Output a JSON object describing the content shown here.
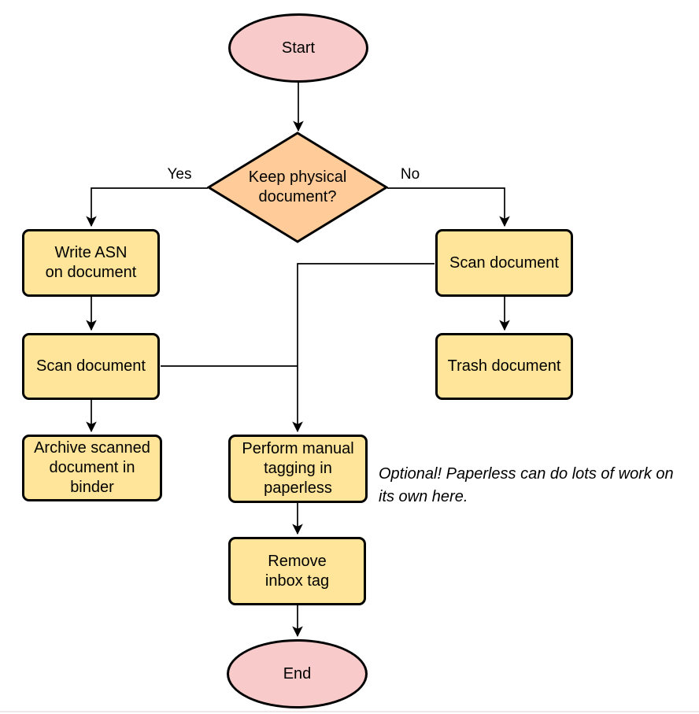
{
  "diagram": {
    "nodes": {
      "start": {
        "type": "terminator",
        "label": "Start"
      },
      "decision": {
        "type": "decision",
        "label": "Keep physical\ndocument?"
      },
      "write_asn": {
        "type": "process",
        "label": "Write ASN\non document"
      },
      "scan_left": {
        "type": "process",
        "label": "Scan document"
      },
      "archive": {
        "type": "process",
        "label": "Archive scanned\ndocument in\nbinder"
      },
      "scan_right": {
        "type": "process",
        "label": "Scan document"
      },
      "trash": {
        "type": "process",
        "label": "Trash document"
      },
      "tagging": {
        "type": "process",
        "label": "Perform manual\ntagging in\npaperless"
      },
      "remove_inbox": {
        "type": "process",
        "label": "Remove\ninbox tag"
      },
      "end": {
        "type": "terminator",
        "label": "End"
      }
    },
    "edge_labels": {
      "yes": "Yes",
      "no": "No"
    },
    "note": "Optional! Paperless can do lots of work on\nits own here.",
    "colors": {
      "terminator_fill": "#f9caca",
      "decision_fill": "#ffcc99",
      "process_fill": "#ffe599",
      "stroke": "#000000"
    }
  }
}
